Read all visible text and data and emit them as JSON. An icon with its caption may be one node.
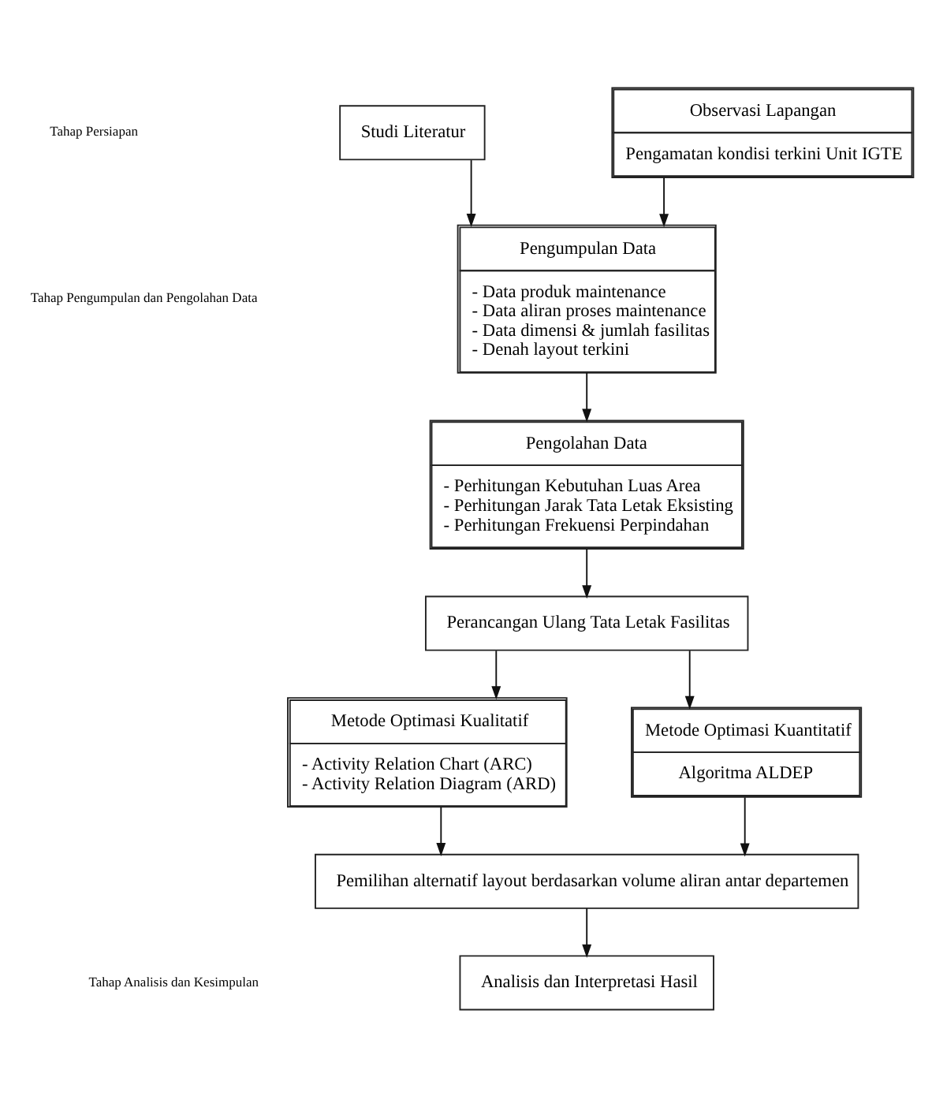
{
  "diagram": {
    "nodes": [
      {
        "text": [
          "Studi Literatur"
        ]
      },
      {
        "text": [
          "Observasi Lapangan",
          "Pengamatan kondisi terkini Unit IGTE"
        ]
      },
      {
        "text": [
          "Pengumpulan Data",
          "- Data produk maintenance",
          "- Data aliran proses maintenance",
          "- Data dimensi & jumlah fasilitas",
          "- Denah layout terkini"
        ]
      },
      {
        "text": [
          "Pengolahan Data",
          "- Perhitungan Kebutuhan Luas Area",
          "- Perhitungan Jarak Tata Letak Eksisting",
          "- Perhitungan Frekuensi Perpindahan"
        ]
      },
      {
        "text": [
          "Perancangan Ulang Tata Letak Fasilitas"
        ]
      },
      {
        "text": [
          "Metode Optimasi Kualitatif",
          "- Activity Relation Chart (ARC)",
          "- Activity Relation Diagram (ARD)"
        ]
      },
      {
        "text": [
          "Metode Optimasi Kuantitatif",
          "Algoritma ALDEP"
        ]
      },
      {
        "text": [
          "Pemilihan alternatif layout berdasarkan volume aliran antar departemen"
        ]
      },
      {
        "text": [
          "Analisis dan Interpretasi Hasil"
        ]
      }
    ],
    "edges": [
      {
        "from": 0,
        "to": 2,
        "arrow": "to"
      },
      {
        "from": 1,
        "to": 2,
        "arrow": "to"
      },
      {
        "from": 2,
        "to": 3,
        "arrow": "to"
      },
      {
        "from": 3,
        "to": 4,
        "arrow": "to"
      },
      {
        "from": 4,
        "to": 5,
        "arrow": "to"
      },
      {
        "from": 4,
        "to": 6,
        "arrow": "to"
      },
      {
        "from": 5,
        "to": 7,
        "arrow": "to"
      },
      {
        "from": 6,
        "to": 7,
        "arrow": "to"
      },
      {
        "from": 7,
        "to": 8,
        "arrow": "to"
      }
    ],
    "labels": [
      "Tahap Persiapan",
      "Tahap Pengumpulan dan Pengolahan Data",
      "Tahap Analisis dan Kesimpulan"
    ]
  }
}
